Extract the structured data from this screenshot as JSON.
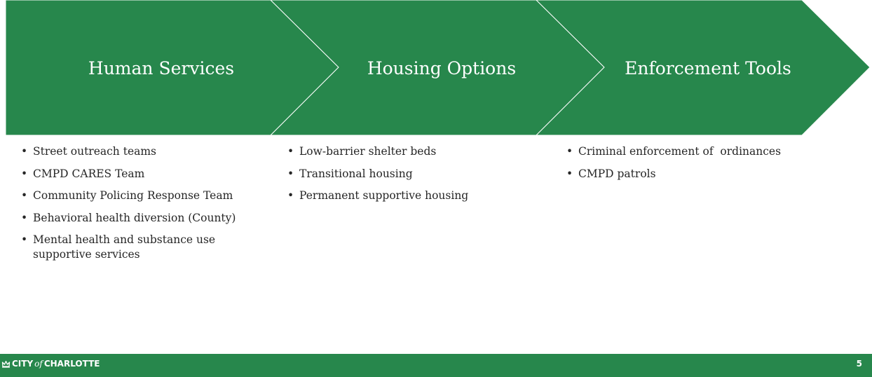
{
  "colors": {
    "green": "#27874c",
    "chevron_line": "#ffffff",
    "text": "#262626"
  },
  "process": {
    "steps": [
      {
        "title": "Human Services"
      },
      {
        "title": "Housing Options"
      },
      {
        "title": "Enforcement Tools"
      }
    ]
  },
  "columns": [
    {
      "items": [
        "Street outreach teams",
        "CMPD CARES Team",
        "Community Policing Response Team",
        "Behavioral health diversion (County)",
        "Mental health and substance use supportive services"
      ]
    },
    {
      "items": [
        "Low-barrier shelter beds",
        "Transitional housing",
        "Permanent supportive housing"
      ]
    },
    {
      "items": [
        "Criminal enforcement of  ordinances",
        "CMPD patrols"
      ]
    }
  ],
  "footer": {
    "logo_part1": "CITY",
    "logo_part2": "of",
    "logo_part3": "CHARLOTTE",
    "page_number": "5",
    "logo_icon": "crown-icon"
  }
}
